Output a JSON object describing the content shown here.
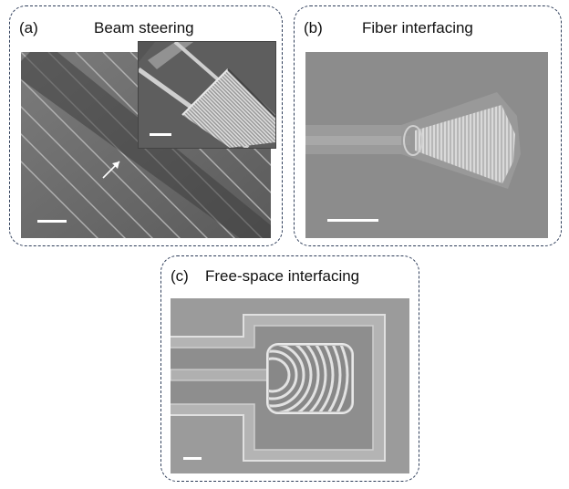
{
  "panels": {
    "a": {
      "label": "(a)",
      "title": "Beam steering"
    },
    "b": {
      "label": "(b)",
      "title": "Fiber interfacing"
    },
    "c": {
      "label": "(c)",
      "title": "Free-space interfacing"
    }
  },
  "colors": {
    "border": "#2f3e5a",
    "sem_bg": "#8a8a8a",
    "scale_bar": "#ffffff"
  }
}
